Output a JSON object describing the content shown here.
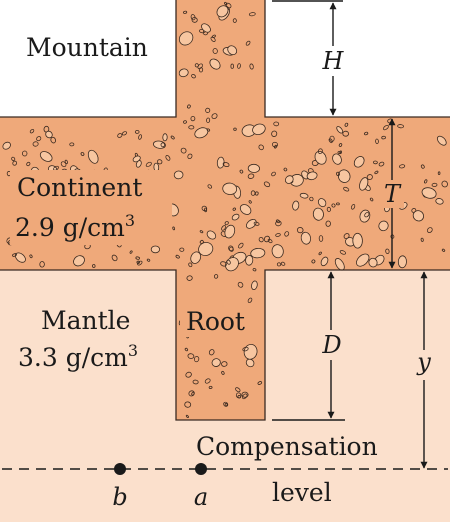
{
  "labels": {
    "mountain": "Mountain",
    "continent": "Continent",
    "continent_density": "2.9 g/cm",
    "continent_density_exp": "3",
    "mantle": "Mantle",
    "mantle_density": "3.3 g/cm",
    "mantle_density_exp": "3",
    "root": "Root",
    "compensation": "Compensation",
    "level": "level"
  },
  "dimensions": {
    "H": "H",
    "T": "T",
    "D": "D",
    "y": "y"
  },
  "points": {
    "a": "a",
    "b": "b"
  },
  "colors": {
    "crust_fill": "#efa97a",
    "mantle_fill": "#fbe0cc",
    "crust_outline": "#3a2a22",
    "pebble_stroke": "#3b2a20",
    "pebble_fill": "#f7c6a0",
    "line": "#1a1a1a"
  }
}
